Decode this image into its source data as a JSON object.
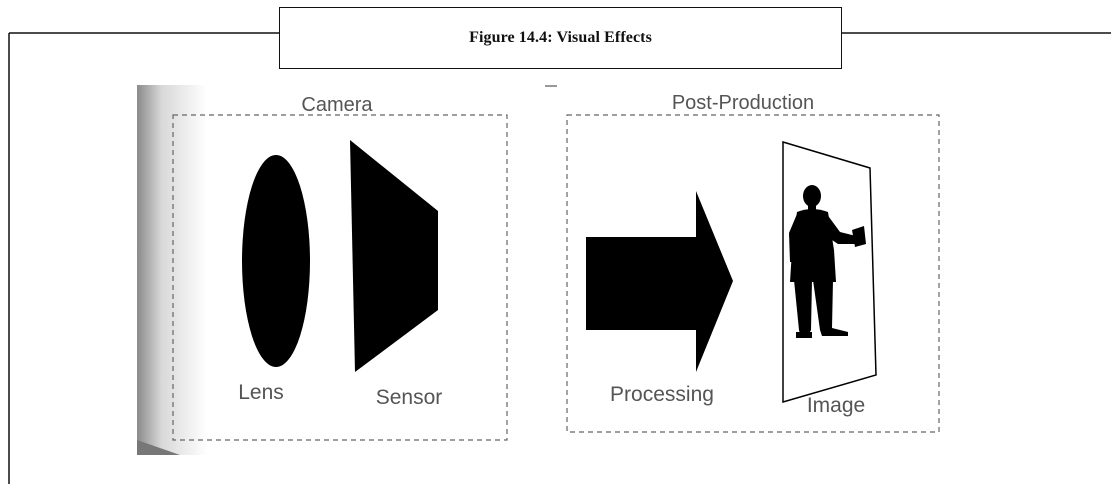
{
  "caption": "Figure 14.4: Visual Effects",
  "diagram": {
    "groups": [
      {
        "id": "camera",
        "title": "Camera",
        "components": [
          "Lens",
          "Sensor"
        ]
      },
      {
        "id": "post-production",
        "title": "Post-Production",
        "components": [
          "Processing",
          "Image"
        ]
      }
    ]
  },
  "colors": {
    "shape_fill": "#000000",
    "label_text": "#555555",
    "dashed_border": "#666666"
  },
  "icons": {
    "lens": "lens-ellipse-icon",
    "sensor": "sensor-trapezoid-icon",
    "processing": "arrow-right-icon",
    "image": "person-silhouette-icon"
  }
}
